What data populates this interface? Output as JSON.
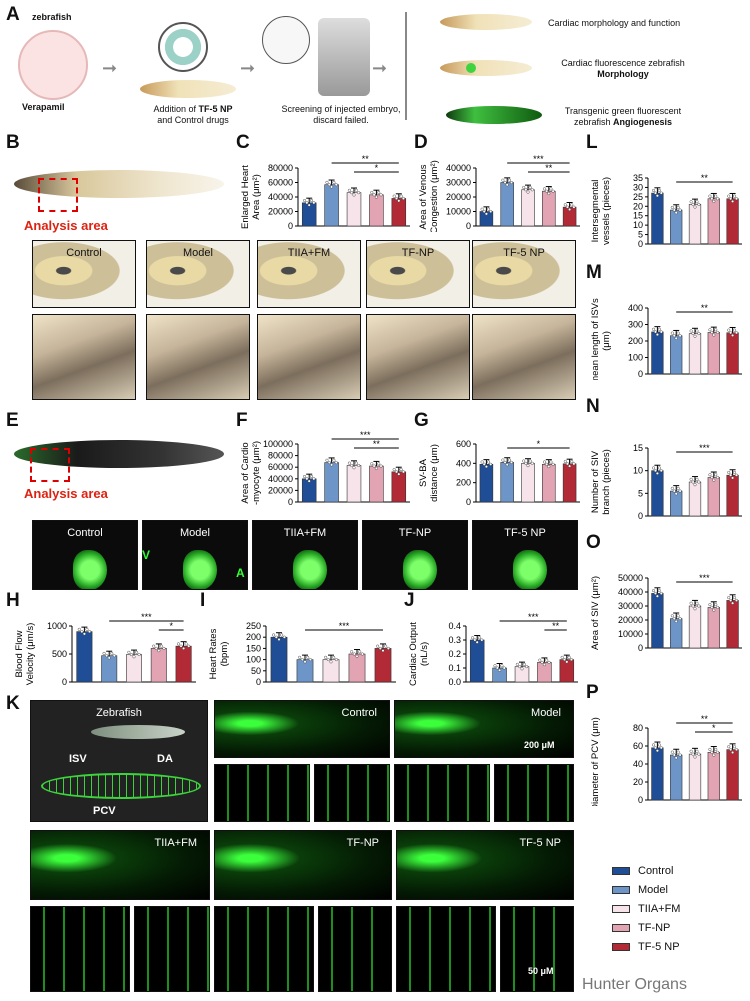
{
  "panel_labels": {
    "A": "A",
    "B": "B",
    "C": "C",
    "D": "D",
    "E": "E",
    "F": "F",
    "G": "G",
    "H": "H",
    "I": "I",
    "J": "J",
    "K": "K",
    "L": "L",
    "M": "M",
    "N": "N",
    "O": "O",
    "P": "P"
  },
  "panelA": {
    "zebrafish": "zebrafish",
    "verapamil": "Verapamil",
    "addition_line1": "Addition of ",
    "addition_bold": "TF-5 NP",
    "addition_line2": "and Control drugs",
    "screening_line1": "Screening of injected embryo,",
    "screening_line2": "discard failed.",
    "out1": "Cardiac morphology and function",
    "out2_line1": "Cardiac fluorescence zebrafish",
    "out2_bold": "Morphology",
    "out3_line1": "Transgenic green fluorescent",
    "out3_line2": "zebrafish ",
    "out3_bold": "Angiogenesis"
  },
  "analysis_area": "Analysis area",
  "groups": [
    "Control",
    "Model",
    "TIIA+FM",
    "TF-NP",
    "TF-5 NP"
  ],
  "fluor_labels": {
    "V": "V",
    "A": "A"
  },
  "panelK": {
    "zebrafish": "Zebrafish",
    "isv": "ISV",
    "da": "DA",
    "pcv": "PCV",
    "scale1": "200 μM",
    "scale2": "50 μM"
  },
  "legend": [
    {
      "label": "Control",
      "color": "#1f4e96"
    },
    {
      "label": "Model",
      "color": "#6d95c8"
    },
    {
      "label": "TIIA+FM",
      "color": "#f7e3ea"
    },
    {
      "label": "TF-NP",
      "color": "#e2a3b3"
    },
    {
      "label": "TF-5 NP",
      "color": "#b22a35"
    }
  ],
  "watermark": "Hunter Organs",
  "chart_data": [
    {
      "id": "C",
      "type": "bar",
      "ylabel": "Enlarged Heart\nArea (μm²)",
      "ylim": [
        0,
        80000
      ],
      "ticks": [
        "80000",
        "60000",
        "40000",
        "20000",
        "0"
      ],
      "values": [
        32000,
        57000,
        46000,
        43000,
        38000
      ],
      "sig": [
        {
          "text": "**",
          "from": 1,
          "to": 4,
          "level": 1
        },
        {
          "text": "*",
          "from": 2,
          "to": 4,
          "level": 0
        }
      ]
    },
    {
      "id": "D",
      "type": "bar",
      "ylabel": "Area of Venous\nCongestion (μm²)",
      "ylim": [
        0,
        40000
      ],
      "ticks": [
        "40000",
        "30000",
        "20000",
        "10000",
        "0"
      ],
      "values": [
        10000,
        30000,
        25000,
        24000,
        13000
      ],
      "sig": [
        {
          "text": "***",
          "from": 1,
          "to": 4,
          "level": 1
        },
        {
          "text": "**",
          "from": 2,
          "to": 4,
          "level": 0
        }
      ]
    },
    {
      "id": "L",
      "type": "bar",
      "ylabel": "Intersegmental\nvessels (pieces)",
      "ylim": [
        0,
        35
      ],
      "ticks": [
        "35",
        "30",
        "25",
        "20",
        "15",
        "10",
        "5",
        "0"
      ],
      "values": [
        27,
        18,
        21,
        24,
        24
      ],
      "sig": [
        {
          "text": "**",
          "from": 1,
          "to": 4,
          "level": 0
        }
      ]
    },
    {
      "id": "M",
      "type": "bar",
      "ylabel": "mean length of ISVs\n(μm)",
      "ylim": [
        0,
        400
      ],
      "ticks": [
        "400",
        "300",
        "200",
        "100",
        "0"
      ],
      "values": [
        255,
        232,
        245,
        252,
        250
      ],
      "sig": [
        {
          "text": "**",
          "from": 1,
          "to": 4,
          "level": 0
        }
      ]
    },
    {
      "id": "F",
      "type": "bar",
      "ylabel": "Area of Cardio\n-myocyte (μm²)",
      "ylim": [
        0,
        100000
      ],
      "ticks": [
        "100000",
        "80000",
        "60000",
        "40000",
        "20000",
        "0"
      ],
      "values": [
        40000,
        68000,
        63000,
        62000,
        52000
      ],
      "sig": [
        {
          "text": "***",
          "from": 1,
          "to": 4,
          "level": 1
        },
        {
          "text": "**",
          "from": 2,
          "to": 4,
          "level": 0
        }
      ]
    },
    {
      "id": "G",
      "type": "bar",
      "ylabel": "SV-BA\ndistance (μm)",
      "ylim": [
        0,
        600
      ],
      "ticks": [
        "600",
        "400",
        "200",
        "0"
      ],
      "values": [
        390,
        410,
        400,
        390,
        395
      ],
      "sig": [
        {
          "text": "*",
          "from": 1,
          "to": 4,
          "level": 0
        }
      ]
    },
    {
      "id": "N",
      "type": "bar",
      "ylabel": "Number of SIV\nbranch (pieces)",
      "ylim": [
        0,
        15
      ],
      "ticks": [
        "15",
        "10",
        "5",
        "0"
      ],
      "values": [
        10,
        5.5,
        7.5,
        8.5,
        9
      ],
      "sig": [
        {
          "text": "***",
          "from": 1,
          "to": 4,
          "level": 0
        }
      ]
    },
    {
      "id": "H",
      "type": "bar",
      "ylabel": "Blood Flow\nVelocity (μm/s)",
      "ylim": [
        0,
        1000
      ],
      "ticks": [
        "1000",
        "500",
        "0"
      ],
      "values": [
        900,
        470,
        490,
        600,
        640
      ],
      "sig": [
        {
          "text": "***",
          "from": 1,
          "to": 4,
          "level": 1
        },
        {
          "text": "*",
          "from": 3,
          "to": 4,
          "level": 0
        }
      ]
    },
    {
      "id": "I",
      "type": "bar",
      "ylabel": "Heart Rates\n(bpm)",
      "ylim": [
        0,
        250
      ],
      "ticks": [
        "250",
        "200",
        "150",
        "100",
        "50",
        "0"
      ],
      "values": [
        200,
        100,
        100,
        125,
        150
      ],
      "sig": [
        {
          "text": "***",
          "from": 1,
          "to": 4,
          "level": 0
        }
      ]
    },
    {
      "id": "J",
      "type": "bar",
      "ylabel": "Cardiac Output\n(nL/s)",
      "ylim": [
        0,
        0.4
      ],
      "ticks": [
        "0.4",
        "0.3",
        "0.2",
        "0.1",
        "0.0"
      ],
      "values": [
        0.3,
        0.1,
        0.11,
        0.14,
        0.16
      ],
      "sig": [
        {
          "text": "***",
          "from": 1,
          "to": 4,
          "level": 1
        },
        {
          "text": "**",
          "from": 3,
          "to": 4,
          "level": 0
        }
      ]
    },
    {
      "id": "O",
      "type": "bar",
      "ylabel": "Area of SIV (μm²)",
      "ylim": [
        0,
        50000
      ],
      "ticks": [
        "50000",
        "40000",
        "30000",
        "20000",
        "10000",
        "0"
      ],
      "values": [
        39000,
        21000,
        30000,
        29000,
        34000
      ],
      "sig": [
        {
          "text": "***",
          "from": 1,
          "to": 4,
          "level": 0
        }
      ]
    },
    {
      "id": "P",
      "type": "bar",
      "ylabel": "Diameter of PCV (μm)",
      "ylim": [
        0,
        80
      ],
      "ticks": [
        "80",
        "60",
        "40",
        "20",
        "0"
      ],
      "values": [
        58,
        50,
        51,
        53,
        56
      ],
      "sig": [
        {
          "text": "**",
          "from": 1,
          "to": 4,
          "level": 1
        },
        {
          "text": "*",
          "from": 2,
          "to": 4,
          "level": 0
        }
      ]
    }
  ]
}
